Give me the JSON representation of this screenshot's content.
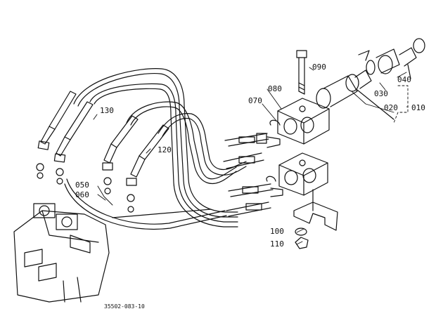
{
  "diagram": {
    "drawing_code": "35502-083-10",
    "part_labels": {
      "p010": "010",
      "p020": "020",
      "p030": "030",
      "p040": "040",
      "p050": "050",
      "p060": "060",
      "p070": "070",
      "p080": "080",
      "p090": "090",
      "p100": "100",
      "p110": "110",
      "p120": "120",
      "p130": "130"
    }
  }
}
